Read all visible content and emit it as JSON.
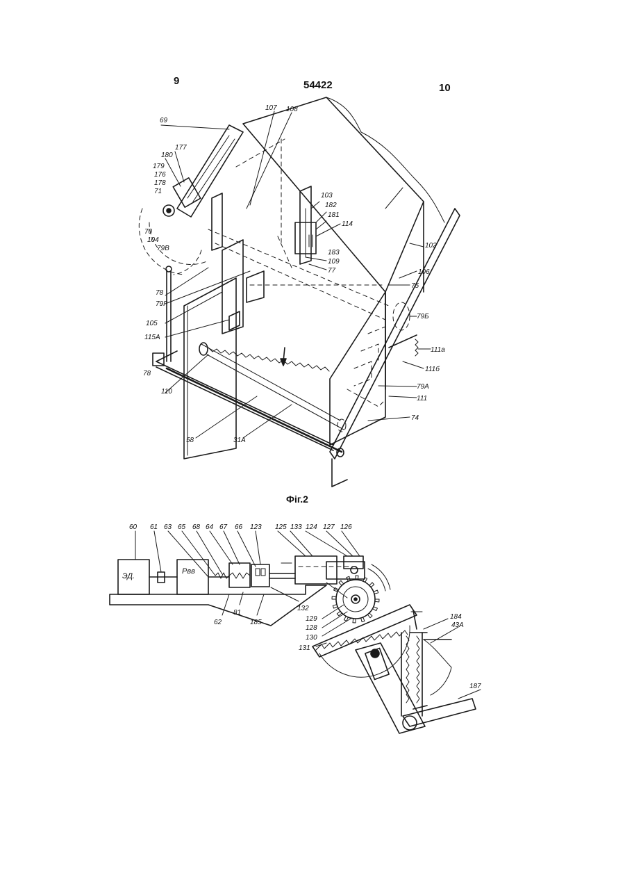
{
  "header": {
    "left_page": "9",
    "patent_number": "54422",
    "right_page": "10"
  },
  "figure": {
    "caption": "Фіг.2",
    "labels_top": [
      "69",
      "107",
      "108",
      "177",
      "180",
      "179",
      "176",
      "178",
      "71",
      "70",
      "104",
      "79B",
      "78",
      "79Г",
      "105",
      "115A",
      "78",
      "110",
      "58",
      "31A",
      "74",
      "111",
      "79A",
      "111б",
      "111a",
      "79Б",
      "75",
      "106",
      "102",
      "77",
      "109",
      "183",
      "114",
      "181",
      "182",
      "103"
    ],
    "labels_bottom": [
      "60",
      "61",
      "63",
      "65",
      "68",
      "64",
      "67",
      "66",
      "123",
      "125",
      "133",
      "124",
      "127",
      "126",
      "62",
      "81",
      "185",
      "132",
      "129",
      "128",
      "130",
      "131",
      "184",
      "43A",
      "187"
    ],
    "box_labels": {
      "motor": "ЭД.",
      "reducer": "Рвв"
    }
  }
}
